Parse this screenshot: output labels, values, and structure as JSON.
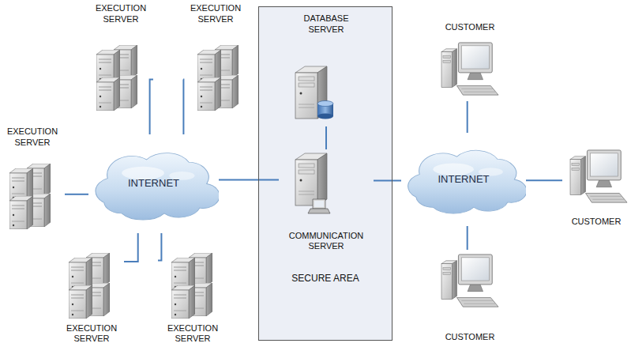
{
  "diagram": {
    "nodes": [
      {
        "text": [
          "EXECUTION SERVER"
        ]
      },
      {
        "text": [
          "EXECUTION SERVER"
        ]
      },
      {
        "text": [
          "EXECUTION SERVER"
        ]
      },
      {
        "text": [
          "INTERNET"
        ]
      },
      {
        "text": [
          "EXECUTION SERVER"
        ]
      },
      {
        "text": [
          "EXECUTION SERVER"
        ]
      },
      {
        "text": [
          "SECURE AREA"
        ]
      },
      {
        "text": [
          "DATABASE SERVER"
        ],
        "in": 6
      },
      {
        "text": [
          "COMMUNICATION SERVER"
        ],
        "in": 6
      },
      {
        "text": [
          "INTERNET"
        ]
      },
      {
        "text": [
          "CUSTOMER"
        ]
      },
      {
        "text": [
          "CUSTOMER"
        ]
      },
      {
        "text": [
          "CUSTOMER"
        ]
      }
    ],
    "edges": [
      {
        "from": 0,
        "to": 3,
        "arrow": "none"
      },
      {
        "from": 1,
        "to": 3,
        "arrow": "none"
      },
      {
        "from": 2,
        "to": 3,
        "arrow": "none"
      },
      {
        "from": 4,
        "to": 3,
        "arrow": "none"
      },
      {
        "from": 5,
        "to": 3,
        "arrow": "none"
      },
      {
        "from": 3,
        "to": 8,
        "arrow": "none"
      },
      {
        "from": 7,
        "to": 8,
        "arrow": "none"
      },
      {
        "from": 8,
        "to": 9,
        "arrow": "none"
      },
      {
        "from": 9,
        "to": 10,
        "arrow": "none"
      },
      {
        "from": 9,
        "to": 11,
        "arrow": "none"
      },
      {
        "from": 9,
        "to": 12,
        "arrow": "none"
      }
    ]
  }
}
